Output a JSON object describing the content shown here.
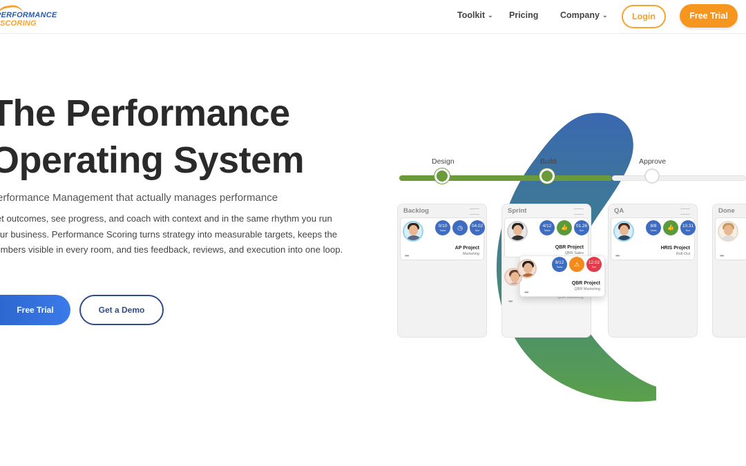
{
  "header": {
    "logo_line1": "PERFORMANCE",
    "logo_line2": "SCORING",
    "nav": {
      "toolkit": "Toolkit",
      "pricing": "Pricing",
      "company": "Company"
    },
    "login_label": "Login",
    "free_trial_label": "Free Trial"
  },
  "hero": {
    "title_line1": "The Performance",
    "title_line2": "Operating System",
    "subtitle": "Performance Management that actually manages performance",
    "body": "Set outcomes, see progress, and coach with context and in the same rhythm you run your business. Performance Scoring turns strategy into measurable targets, keeps the numbers visible in every room, and ties feedback, reviews, and execution into one loop.",
    "free_trial_label": "Free Trial",
    "demo_label": "Get a Demo"
  },
  "illustration": {
    "stages": [
      "Design",
      "Build",
      "Approve"
    ],
    "boards": [
      {
        "title": "Backlog"
      },
      {
        "title": "Sprint"
      },
      {
        "title": "QA"
      },
      {
        "title": "Done"
      }
    ],
    "cards": {
      "backlog": {
        "title": "AP Project",
        "sub": "Marketing",
        "b1": "0/10",
        "b1s": "Tasks",
        "b3": "04.02",
        "b3s": "Due"
      },
      "sprint": {
        "title": "QBR Project",
        "sub": "QBR Sales",
        "b1": "4/12",
        "b1s": "Tasks",
        "b3": "01.26",
        "b3s": "Due"
      },
      "sprint_float": {
        "title": "QBR Project",
        "sub": "QBR Marketing",
        "b1": "9/12",
        "b1s": "Tasks",
        "b3": "12.02",
        "b3s": "Due",
        "behind_sub": "QBR Marketing"
      },
      "qa": {
        "title": "HRIS Project",
        "sub": "Roll-Out",
        "b1": "8/8",
        "b1s": "Tasks",
        "b3": "10.31",
        "b3s": "Due"
      }
    },
    "colors": {
      "blue_badge": "#3d6cc0",
      "green_badge": "#5b9a3c",
      "orange_badge": "#f28a1c",
      "red_badge": "#e23b4a",
      "stage_green": "#6a9a3a",
      "accent_orange": "#f7961e"
    }
  }
}
